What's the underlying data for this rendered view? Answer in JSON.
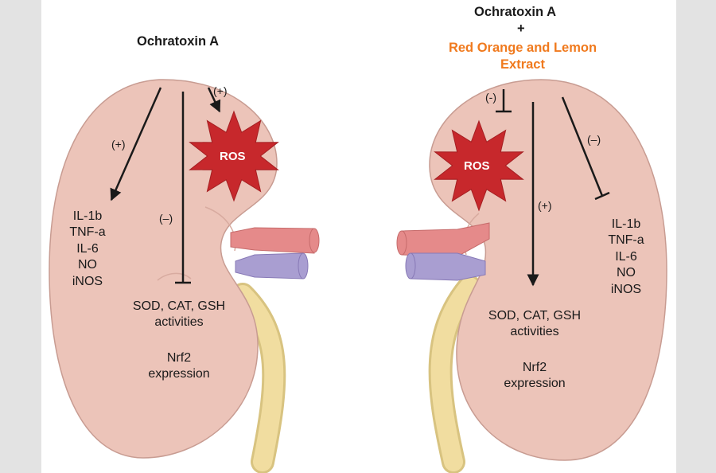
{
  "left_panel": {
    "title": "Ochratoxin A",
    "ros_label": "ROS",
    "signs": [
      "(+)",
      "(+)",
      "(–)"
    ],
    "cytokines": [
      "IL-1b",
      "TNF-a",
      "IL-6",
      "NO",
      "iNOS"
    ],
    "antioxidant_line1": "SOD, CAT, GSH",
    "antioxidant_line2": "activities",
    "nrf2_line1": "Nrf2",
    "nrf2_line2": "expression"
  },
  "right_panel": {
    "title": "Ochratoxin A",
    "plus": "+",
    "extract_line1": "Red Orange and Lemon",
    "extract_line2": "Extract",
    "ros_label": "ROS",
    "signs": [
      "(-)",
      "(+)",
      "(–)"
    ],
    "cytokines": [
      "IL-1b",
      "TNF-a",
      "IL-6",
      "NO",
      "iNOS"
    ],
    "antioxidant_line1": "SOD, CAT, GSH",
    "antioxidant_line2": "activities",
    "nrf2_line1": "Nrf2",
    "nrf2_line2": "expression"
  },
  "colors": {
    "kidney_fill": "#ecc4b9",
    "kidney_outline": "#c89c92",
    "ros_burst": "#c7282c",
    "artery": "#e58a8a",
    "vein": "#a99ed1",
    "ureter": "#f1dda0",
    "extract_text": "#f07a1e"
  }
}
